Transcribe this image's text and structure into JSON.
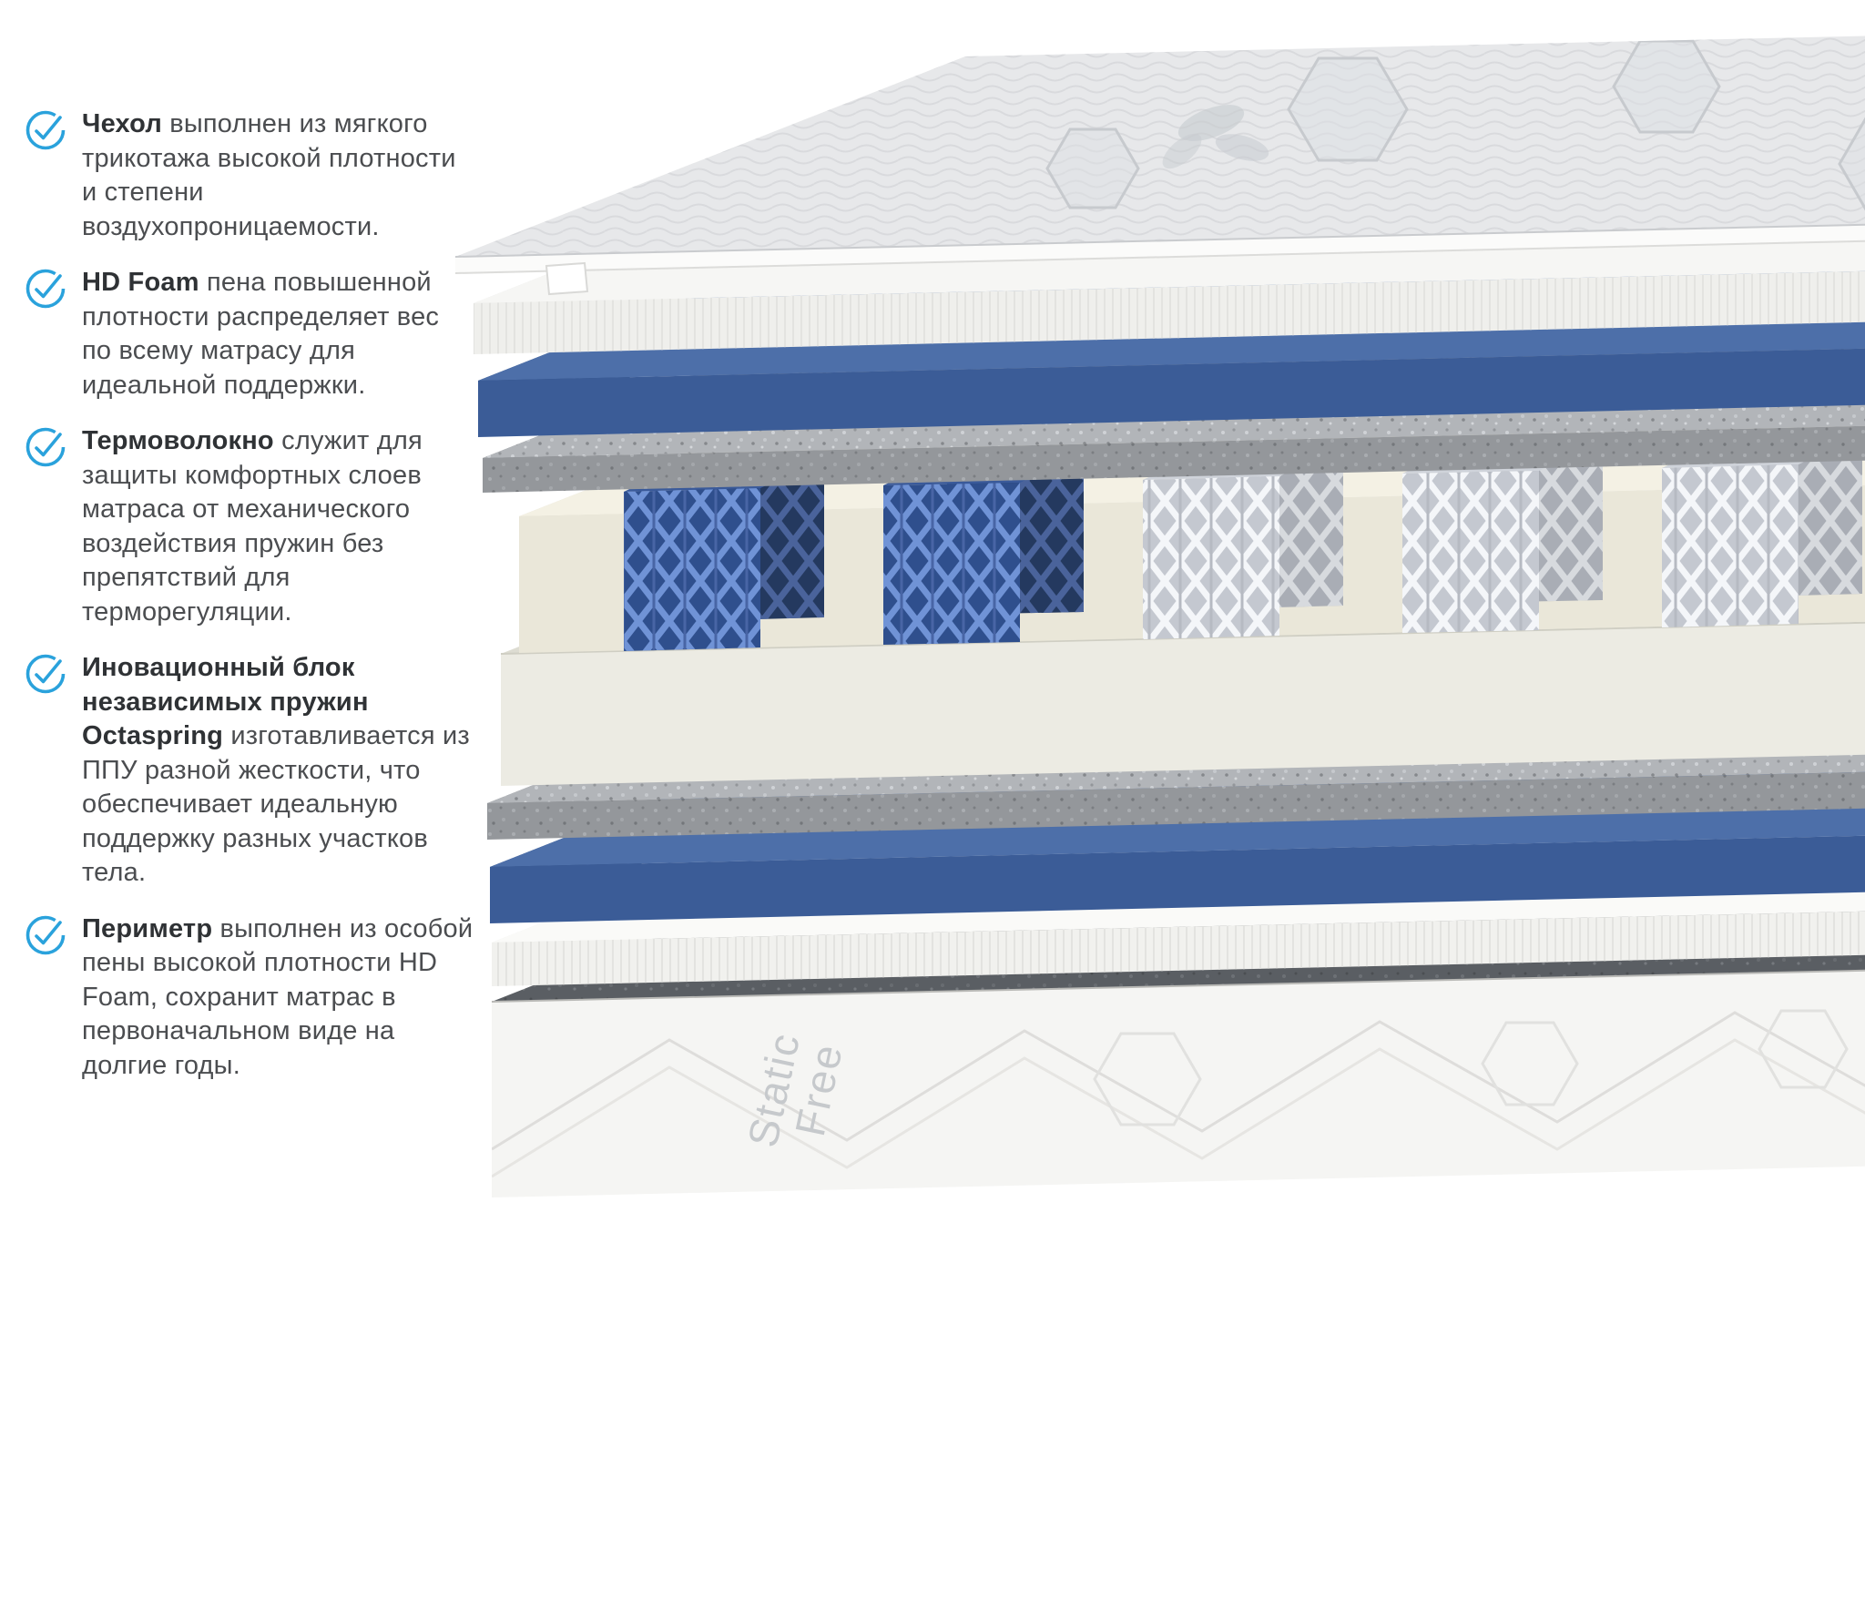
{
  "features": [
    {
      "term": "Чехол",
      "rest": " выполнен из мягкого трикотажа высокой плотности и степени воздухопроницаемости."
    },
    {
      "term": "HD Foam",
      "rest": " пена повышенной плотности распределяет вес по всему матрасу для идеальной поддержки."
    },
    {
      "term": "Термоволокно",
      "rest": " служит для защиты комфортных слоев матраса от механического воздействия пружин без препятствий для терморегуляции."
    },
    {
      "term": "Иновационный блок независимых пружин Octaspring",
      "rest": " изготавливается из ППУ разной жесткости, что обеспечивает идеальную поддержку разных участков тела."
    },
    {
      "term": "Периметр",
      "rest": " выполнен из особой пены высокой плотности HD Foam, сохранит матрас в первоначальном виде на долгие годы."
    }
  ],
  "illustration": {
    "side_label_top": "Static",
    "side_label_bottom": "Free"
  },
  "colors": {
    "accent_blue": "#2aa2dc",
    "foam_blue": "#3b5c97",
    "felt_gray": "#97999d",
    "text_gray": "#4b4d50"
  }
}
